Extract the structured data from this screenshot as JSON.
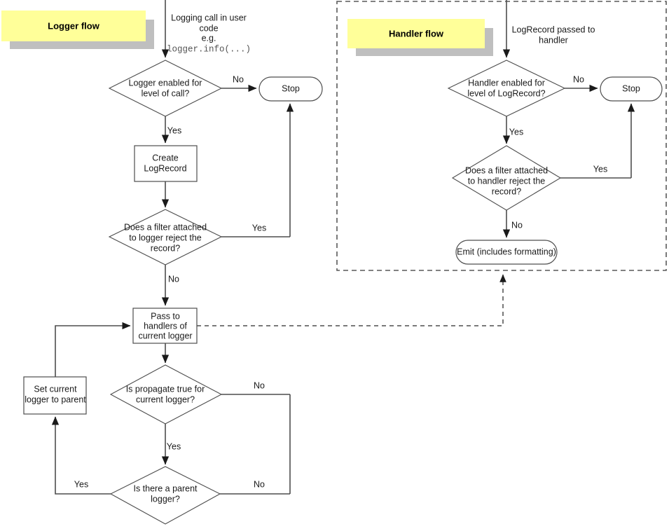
{
  "diagram": {
    "title_logger_flow": "Logger flow",
    "title_handler_flow": "Handler flow",
    "banner_fill": "#ffff99",
    "banner_shadow": "#bfbfbf",
    "stroke_color": "#4d4d4d"
  },
  "logger_flow": {
    "entry_caption_line1": "Logging call in user",
    "entry_caption_line2": "code",
    "entry_caption_line3": "e.g.",
    "entry_caption_mono": "logger.info(...)",
    "nodes": {
      "logger_enabled_line1": "Logger enabled for",
      "logger_enabled_line2": "level of call?",
      "stop": "Stop",
      "create_line1": "Create",
      "create_line2": "LogRecord",
      "filter_line1": "Does a filter attached",
      "filter_line2": "to logger reject the",
      "filter_line3": "record?",
      "pass_line1": "Pass to",
      "pass_line2": "handlers of",
      "pass_line3": "current logger",
      "propagate_line1": "Is propagate true for",
      "propagate_line2": "current logger?",
      "set_parent_line1": "Set current",
      "set_parent_line2": "logger to parent",
      "parent_line1": "Is there a parent",
      "parent_line2": "logger?"
    },
    "edges": {
      "logger_enabled_no": "No",
      "logger_enabled_yes": "Yes",
      "filter_yes": "Yes",
      "filter_no": "No",
      "propagate_no": "No",
      "propagate_yes": "Yes",
      "parent_yes": "Yes",
      "parent_no": "No"
    }
  },
  "handler_flow": {
    "entry_caption_line1": "LogRecord passed to",
    "entry_caption_line2": "handler",
    "nodes": {
      "handler_enabled_line1": "Handler enabled for",
      "handler_enabled_line2": "level of LogRecord?",
      "stop": "Stop",
      "filter_line1": "Does a filter attached",
      "filter_line2": "to handler reject the",
      "filter_line3": "record?",
      "emit": "Emit (includes formatting)"
    },
    "edges": {
      "handler_enabled_no": "No",
      "handler_enabled_yes": "Yes",
      "filter_yes": "Yes",
      "filter_no": "No"
    }
  }
}
